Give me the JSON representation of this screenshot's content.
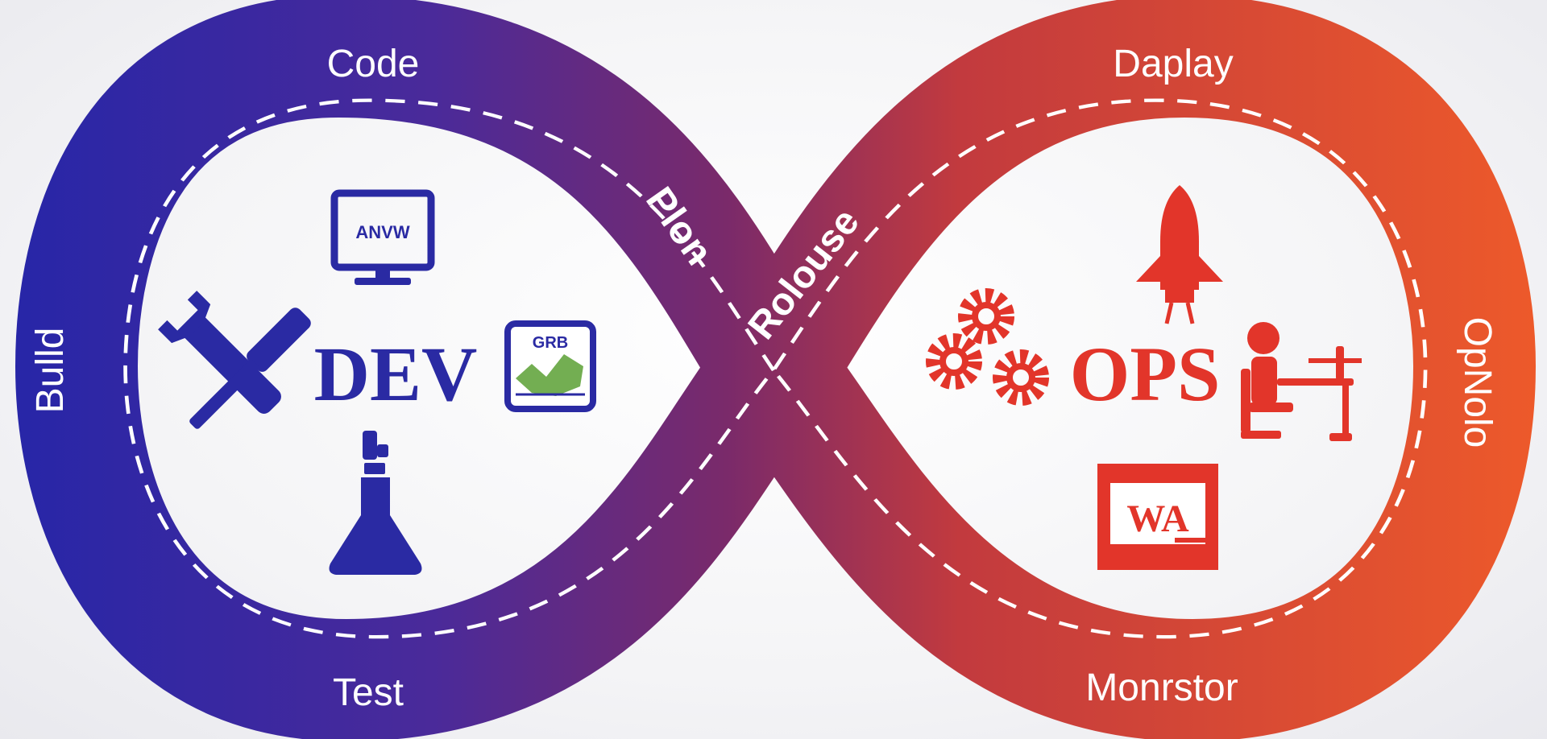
{
  "diagram": {
    "colors": {
      "dev": "#2a2aa3",
      "ops": "#e8502a",
      "mid": "#7a2a6e",
      "ring_text": "#ffffff"
    },
    "stages": {
      "code": "Code",
      "deploy": "Daplay",
      "build": "Bulld",
      "plan": "Plon",
      "release": "Rolouse",
      "operate": "OpNolo",
      "test": "Test",
      "monitor": "Monrstor"
    },
    "dev_label": "DEV",
    "ops_label": "OPS",
    "icons": {
      "monitor_screen_text": "ANVW",
      "chart_text": "GRB",
      "report_text": "WA"
    }
  }
}
